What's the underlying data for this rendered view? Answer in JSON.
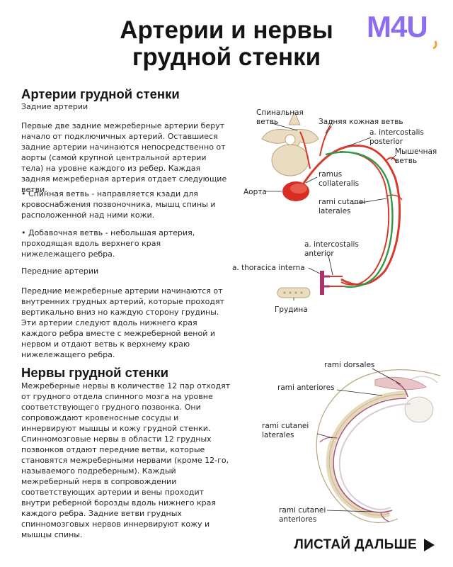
{
  "header": {
    "title": "Артерии и нервы\nгрудной стенки",
    "logo_text": "M4U"
  },
  "section1": {
    "heading": "Артерии грудной стенки",
    "subheading": "Задние артерии",
    "p1": "Первые две задние межреберные артерии берут начало от подключичных артерий. Оставшиеся задние артерии начинаются непосредственно от аорты (самой крупной центральной артерии тела) на уровне каждого из ребер. Каждая задняя межреберная артерия отдает следующие ветви.",
    "p2": "• Спинная ветвь - направляется кзади для кровоснабжения позвоночника, мышц спины и расположенной над ними кожи.",
    "p3": "• Добавочная ветвь - небольшая артерия, проходящая вдоль верхнего края нижележащего ребра.",
    "p4": "Передние артерии",
    "p5": "Передние межреберные артерии начинаются от внутренних грудных артерий, которые проходят вертикально вниз но каждую сторону грудины. Эти артерии следуют вдоль нижнего края каждого ребра вместе с межреберной веной и нервом и отдают ветвь к верхнему краю нижележащего ребра."
  },
  "section2": {
    "heading": "Нервы грудной стенки",
    "p1": "Межреберные нервы в количестве 12 пар отходят от грудного отдела спинного мозга на уровне соответствующего грудного позвонка. Они сопровождают кровеносные сосуды и иннервируют мышцы и кожу грудной стенки. Спинномозговые нервы в области 12 грудных позвонков отдают передние ветви, которые становятся межреберными нервами (кроме 12-го, называемого подреберным). Каждый межреберный нерв в сопровождении соответствующих артерии и вены проходит внутри реберной борозды вдоль нижнего края каждого ребра. Задние ветви грудных спинномозговых нервов иннервируют кожу и мышцы спины."
  },
  "diagram1": {
    "labels": {
      "spinal_branch_1": "Спинальная",
      "spinal_branch_2": "ветвь",
      "posterior_cutaneous": "Задняя кожная ветвь",
      "ic_posterior_1": "a. intercostalis",
      "ic_posterior_2": "posterior",
      "muscular_1": "Мышечная",
      "muscular_2": "ветвь",
      "ramus_collateralis_1": "ramus",
      "ramus_collateralis_2": "collateralis",
      "aorta": "Аорта",
      "rami_cut_lat_1": "rami cutanei",
      "rami_cut_lat_2": "laterales",
      "ic_anterior_1": "a. intercostalis",
      "ic_anterior_2": "anterior",
      "thoracica_interna": "a. thoracica interna",
      "sternum": "Грудина"
    }
  },
  "diagram2": {
    "labels": {
      "rami_dorsales": "rami dorsales",
      "rami_anteriores": "rami anteriores",
      "rami_cut_lat_1": "rami cutanei",
      "rami_cut_lat_2": "laterales",
      "rami_cut_ant_1": "rami cutanei",
      "rami_cut_ant_2": "anteriores"
    }
  },
  "cta": {
    "label": "ЛИСТАЙ ДАЛЬШЕ"
  },
  "colors": {
    "artery": "#d63a2c",
    "nerve": "#2f9a49",
    "bone": "#e9dcc0",
    "sternum_vessel": "#a8346f",
    "logo": "#8d6df0"
  }
}
